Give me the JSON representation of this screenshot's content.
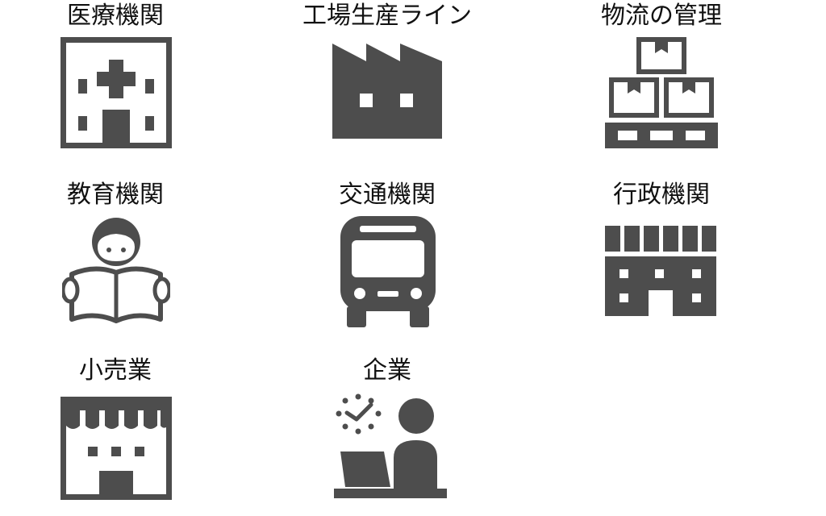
{
  "colors": {
    "icon": "#4d4d4d",
    "text": "#111111",
    "background": "#ffffff"
  },
  "categories": [
    {
      "label": "医療機関",
      "icon": "hospital-icon"
    },
    {
      "label": "工場生産ライン",
      "icon": "factory-icon"
    },
    {
      "label": "物流の管理",
      "icon": "logistics-boxes-icon"
    },
    {
      "label": "教育機関",
      "icon": "student-reading-icon"
    },
    {
      "label": "交通機関",
      "icon": "bus-icon"
    },
    {
      "label": "行政機関",
      "icon": "government-building-icon"
    },
    {
      "label": "小売業",
      "icon": "retail-store-icon"
    },
    {
      "label": "企業",
      "icon": "office-worker-icon"
    }
  ]
}
